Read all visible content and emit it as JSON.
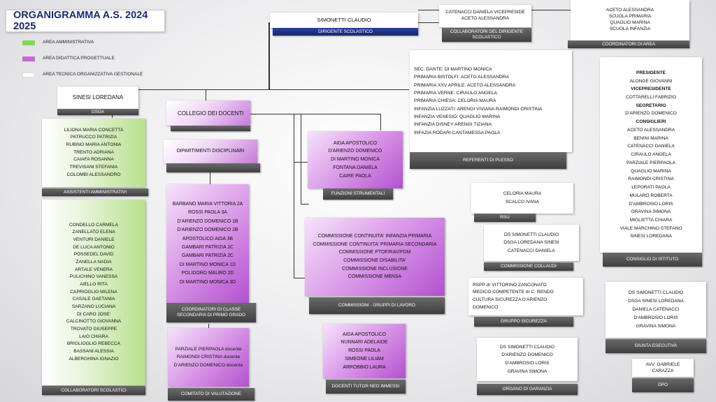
{
  "title": "ORGANIGRAMMA A.S. 2024 2025",
  "legend": [
    {
      "label": "AREA AMMINISTRATIVA",
      "color": "#7ed957"
    },
    {
      "label": "AREA DIDATTICA PROGETTUALE",
      "color": "#c36ad8"
    },
    {
      "label": "AREA TECNICA ORGANIZZATIVA GESTIONALE",
      "color": "#ffffff"
    }
  ],
  "dirigente": {
    "name": "SIMONETTI CLAUDIO",
    "role": "DIRIGENTE SCOLASTICO"
  },
  "collaboratori_dirigente": {
    "members": [
      "CATENACCI DANIELA VICEPRESIDE",
      "ACETO ALESSANDRA"
    ],
    "label": "COLLABORATORI DEL DIRIGENTE SCOLASTICO"
  },
  "coordinatori_area": {
    "members": [
      "ACETO ALESSANDRA",
      "SCUOLA PRIMARIA",
      "QUAGLIO MARINA",
      "SCUOLA INFANZIA"
    ],
    "label": "COORDINATORI DI AREA"
  },
  "referenti_plesso": {
    "members": [
      "SEC. DANTE: DI MARTINO MONICA",
      "PRIMARIA BISTOLFI: ACETO ALESSANDRA",
      "PRIMARIA XXV APRILE: ACETO ALESSANDRA",
      "PRIMARIA VERNE: CIRAULO ANGELA",
      "PRIMARIA CHIESA: CELORIA MAURA",
      "INFANZIA LUZZATI: ARENGI VIVIANA RAIMONDI CRISTINA",
      "INFANZIA VENESIO: QUAGLIO MARINA",
      "INFANZIA DISNEY:ARENGI TIZIANA",
      "INFAZIA RODARI:CANTAMESSA PAOLA"
    ],
    "label": "REFERENTI DI PLESSO"
  },
  "consiglio_istituto": {
    "lines": [
      {
        "t": "PRESIDENTE",
        "b": true
      },
      {
        "t": "ALONGE GIOVANNI"
      },
      {
        "t": "VICEPRESIDENTE",
        "b": true
      },
      {
        "t": "COTTARELLI FABRIZIO"
      },
      {
        "t": "SEGRETARIO",
        "b": true
      },
      {
        "t": "D'ARIENZO DOMENICO"
      },
      {
        "t": "CONSIGLIERI",
        "b": true
      },
      {
        "t": "ACETO ALESSANDRA"
      },
      {
        "t": "BENINI MARINA"
      },
      {
        "t": "CATENACCI DANIELA"
      },
      {
        "t": "CIRAULO ANGELA"
      },
      {
        "t": "PARZIALE PIERPAOLA"
      },
      {
        "t": "QUAGLIO MARINA"
      },
      {
        "t": "RAIMONDI CRISTINA"
      },
      {
        "t": "LEPORATI PAOLA"
      },
      {
        "t": "MULARO ROBERTA"
      },
      {
        "t": "D'AMBROSIO LORIS"
      },
      {
        "t": "GRAVINA SIMONA"
      },
      {
        "t": "MIGLIETTA CHIARA"
      },
      {
        "t": "VIALE MARCHINO STEFANO"
      },
      {
        "t": "SINESI LOREDANA"
      }
    ],
    "label": "CONSIGLIO DI ISTITUTO"
  },
  "dsga": {
    "name": "SINESI LOREDANA",
    "label": "DSGA"
  },
  "assistenti": {
    "members": [
      "LILIONA MARIA CONCETTA",
      "PATRUCCO PATRIZIA",
      "RUBINO MARIA ANTONIA",
      "TRENTO ADRIANA",
      "CAIAFA ROSANNA",
      "TREVISANI STEFANIA",
      "COLOMBI ALESSANDRO"
    ],
    "label": "ASSISTENTI AMMINISTRATIVI"
  },
  "collaboratori_scolastici": {
    "members": [
      "CONDELLO CARMELA",
      "ZANELLATO ELENA",
      "VENTURI DANIELE",
      "DE LUCA ANTONIO",
      "POSSEDEL DAVID",
      "ZANELLA NADIA",
      "ARTALE VENERA",
      "PULICHINO VANESSA",
      "AIELLO RITA",
      "CAPRIOGLIO MILENA",
      "CASALE GAETANIA",
      "SARZANO LUCIANA",
      "DI CARO JOSE'",
      "CALCINOTTO GIOVANNA",
      "TROVATO GIUSEPPE",
      "LAIO CHIARA",
      "BRIGLIOGLIO REBECCA",
      "BASSANI ALESSIA",
      "ALBERGHINA IGNAZIO"
    ],
    "label": "COLLABORATORI SCOLASTICI"
  },
  "collegio": {
    "label": "COLLEGIO DEI DOCENTI"
  },
  "dipartimenti": {
    "label": "DIPARTIMENTI DISCIPLINARI"
  },
  "coordinatori_classe": {
    "members": [
      "BARBANO MARIA VITTORIA 2A",
      "ROSSI PAOLA 3A",
      "D'ARIENZO DOMENICO  1B",
      "D'ARIENZO DOMENICO 2B",
      "APOSTOLICO AIDA 3B",
      "GAMBARI PATRIZIA 1C",
      "GAMBARI PATRIZIA 2C",
      "DI MARTINO MONICA 1D",
      "POLIDORO MAURO 2D",
      "DI MARTINO MONICA 3D"
    ],
    "label": "COORDINATORI DI CLASSE SECONDARIA  DI PRIMO GRADO"
  },
  "comitato_valutazione": {
    "members": [
      "PARZIALE PIERPAOLA docente",
      "RAIMONDI CRISTINA docente",
      "D'ARIENZO DOMENICO docente"
    ],
    "label": "COMITATO DI VALUTAZIONE"
  },
  "funzioni_strumentali": {
    "members": [
      "AIDA APOSTOLICO",
      "D'ARIENZO DOMENICO",
      "DI MARTINO MONICA",
      "FONTANA DANIELA",
      "CAIRE PAOLA"
    ],
    "label": "FUNZIONI STRUMENTALI"
  },
  "commissioni": {
    "members": [
      "COMMISSIONE CONTINUITA' INFANZIA PRIMARIA",
      "COMMISSIONE CONTINUITA' PRIMARIA SECONDARIA",
      "COMMISSIONE PTOF/RAV/PDM",
      "COMMISSIONE DISABILITA'",
      "COMMISSIONE INCLUSIONE",
      "COMMISSIONE MENSA"
    ],
    "label": "COMMISSIONI  - GRUPPI DI LAVORO"
  },
  "tutor": {
    "members": [
      "AIDA APOSTOLICO",
      "NUNNARI ADELAIDE",
      "ROSSI PAOLA",
      "SIMEONE LILIAM",
      "ARROBBIO LAURA"
    ],
    "label": "DOCENTI TUTOR NEO IMMESSI"
  },
  "rsu": {
    "members": [
      "CELORIA MAURA",
      "SCALCO IVANA"
    ],
    "label": "RSU"
  },
  "collaudi": {
    "members": [
      "DS SIMONETTI CLAUDIO",
      "DSGA LOREDANA SINESI",
      "CATENACCI DANIELA"
    ],
    "label": "COMMISSIONE COLLAUDI"
  },
  "sicurezza": {
    "members": [
      "RSPP dr VITTORINO ZANCONATO",
      "MEDICO COMPETENTE dr C. RENDO",
      "CULTURA SICUREZZA  D'ARIENZO DOMENICO"
    ],
    "label": "GRUPPO SICUREZZA"
  },
  "garanzia": {
    "members": [
      "DS SIMONETTI CLAUDIO",
      "D'ARIENZO DOMENICO",
      "D'AMBROSIO LORIS",
      "GRAVINA SIMONA"
    ],
    "label": "ORGANO DI GARANZIA"
  },
  "giunta": {
    "members": [
      "DS SIMONETTI CLAUDIO",
      "DSGA SINESI LOREDANA",
      "DANIELA CATENACCI",
      "D'AMBROSIO LORIS",
      "GRAVINA SIMONA"
    ],
    "label": "GIUNTA ESECUTIVA"
  },
  "dpo": {
    "members": [
      "AVV. GABRIELE",
      "CARAZZA"
    ],
    "label": "DPO"
  }
}
